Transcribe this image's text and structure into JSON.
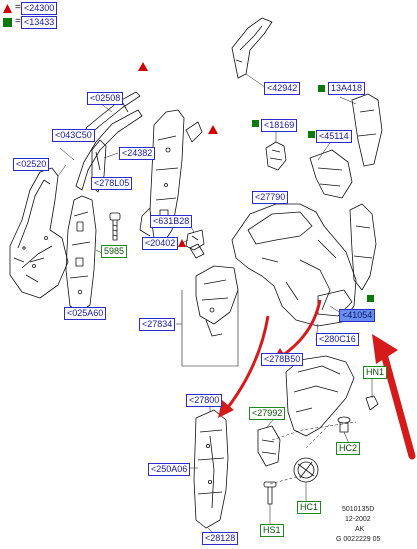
{
  "legend": {
    "equals": "=",
    "triangle_ref": "<24300",
    "square_ref": "<13433"
  },
  "callouts": [
    {
      "id": "c42942",
      "text": "<42942",
      "style": "blue"
    },
    {
      "id": "c02508",
      "text": "<02508",
      "style": "blue"
    },
    {
      "id": "c13A418",
      "text": "13A418",
      "style": "blue"
    },
    {
      "id": "c043C50",
      "text": "<043C50",
      "style": "blue"
    },
    {
      "id": "c18169",
      "text": "<18169",
      "style": "blue"
    },
    {
      "id": "c45114",
      "text": "<45114",
      "style": "blue"
    },
    {
      "id": "c02520",
      "text": "<02520",
      "style": "blue"
    },
    {
      "id": "c24382",
      "text": "<24382",
      "style": "blue"
    },
    {
      "id": "c278L05",
      "text": "<278L05",
      "style": "blue"
    },
    {
      "id": "c27790",
      "text": "<27790",
      "style": "blue"
    },
    {
      "id": "c631B28",
      "text": "<631B28",
      "style": "blue"
    },
    {
      "id": "c5985",
      "text": "5985",
      "style": "blue"
    },
    {
      "id": "c20402",
      "text": "<20402",
      "style": "blue"
    },
    {
      "id": "c025A60",
      "text": "<025A60",
      "style": "blue"
    },
    {
      "id": "c41054",
      "text": "<41054",
      "style": "highlight"
    },
    {
      "id": "c27834",
      "text": "<27834",
      "style": "blue"
    },
    {
      "id": "c280C16",
      "text": "<280C16",
      "style": "blue"
    },
    {
      "id": "c278B50",
      "text": "<278B50",
      "style": "blue"
    },
    {
      "id": "cHN1",
      "text": "HN1",
      "style": "blue"
    },
    {
      "id": "c27800",
      "text": "<27800",
      "style": "blue"
    },
    {
      "id": "c27992",
      "text": "<27992",
      "style": "blue"
    },
    {
      "id": "cHC2",
      "text": "HC2",
      "style": "blue"
    },
    {
      "id": "c250A06",
      "text": "<250A06",
      "style": "blue"
    },
    {
      "id": "cHC1",
      "text": "HC1",
      "style": "blue"
    },
    {
      "id": "cHS1",
      "text": "HS1",
      "style": "blue"
    },
    {
      "id": "c28128",
      "text": "<28128",
      "style": "blue"
    }
  ],
  "footer": {
    "line1": "5010135D",
    "line2": "12-2002",
    "line3": "AK",
    "line4": "G 0022229 05"
  },
  "colors": {
    "callout_border": "#2b2bd0",
    "callout_text": "#1a1a9a",
    "callout_highlight": "#6a8df0",
    "triangle": "#d10000",
    "square": "#0b7a0b",
    "arrow": "#d41a1a",
    "line_art": "#111111"
  }
}
